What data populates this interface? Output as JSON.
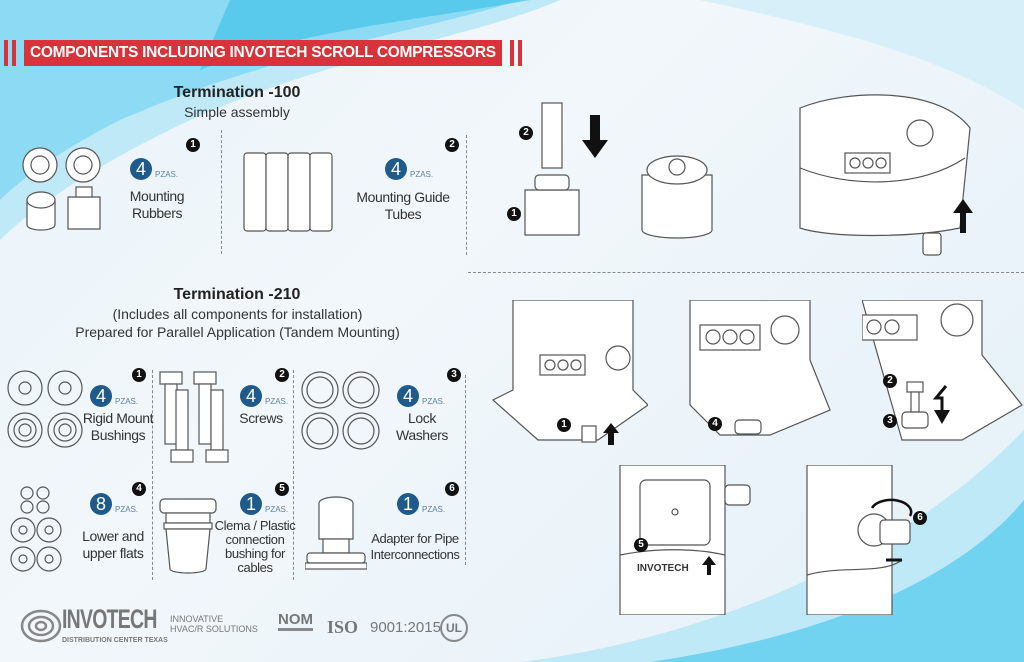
{
  "header": {
    "title": "COMPONENTS INCLUDING INVOTECH SCROLL COMPRESSORS"
  },
  "termination_100": {
    "title": "Termination -100",
    "subtitle": "Simple assembly",
    "items": [
      {
        "number": "1",
        "quantity": "4",
        "unit": "PZAS.",
        "label_lines": [
          "Mounting",
          "Rubbers"
        ]
      },
      {
        "number": "2",
        "quantity": "4",
        "unit": "PZAS.",
        "label_lines": [
          "Mounting Guide",
          "Tubes"
        ]
      }
    ]
  },
  "termination_210": {
    "title": "Termination -210",
    "subtitle_1": "(Includes all components for installation)",
    "subtitle_2": "Prepared for Parallel Application (Tandem Mounting)",
    "items": [
      {
        "number": "1",
        "quantity": "4",
        "unit": "PZAS.",
        "label_lines": [
          "Rigid Mount",
          "Bushings"
        ]
      },
      {
        "number": "2",
        "quantity": "4",
        "unit": "PZAS.",
        "label_lines": [
          "Screws"
        ]
      },
      {
        "number": "3",
        "quantity": "4",
        "unit": "PZAS.",
        "label_lines": [
          "Lock",
          "Washers"
        ]
      },
      {
        "number": "4",
        "quantity": "8",
        "unit": "PZAS.",
        "label_lines": [
          "Lower and",
          "upper flats"
        ]
      },
      {
        "number": "5",
        "quantity": "1",
        "unit": "PZAS.",
        "label_lines": [
          "Clema / Plastic",
          "connection",
          "bushing for",
          "cables"
        ]
      },
      {
        "number": "6",
        "quantity": "1",
        "unit": "PZAS.",
        "label_lines": [
          "Adapter for Pipe",
          "Interconnections"
        ]
      }
    ]
  },
  "diagram_callouts": {
    "a": "2",
    "b": "1",
    "c": "1",
    "d": "4",
    "e": "2",
    "f": "3",
    "g": "5",
    "h": "6",
    "compressor_brand": "INVOTECH"
  },
  "footer": {
    "brand": "INVOTECH",
    "brand_sub": "DISTRIBUTION CENTER TEXAS",
    "tagline_1": "INNOVATIVE",
    "tagline_2": "HVAC/R SOLUTIONS",
    "nom": "NOM",
    "iso": "ISO",
    "iso_number": "9001:2015",
    "ul": "UL"
  },
  "colors": {
    "accent_red": "#d8323a",
    "badge_blue": "#1e5a8c",
    "wave_cyan": "#3fc6ea"
  }
}
